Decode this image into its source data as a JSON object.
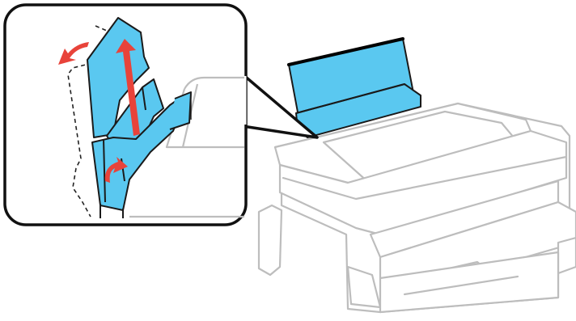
{
  "figure": {
    "subject": "printer-rear-paper-feed-support-extension",
    "colors": {
      "support_blue": "#5ac8f0",
      "support_outline": "#1a1a1a",
      "printer_outline": "#bdbdbd",
      "arrow_red": "#e8433a",
      "callout_border": "#111111",
      "dashed_outline": "#222222"
    },
    "icons": {
      "arrow_up": "long-up-arrow",
      "arrow_fold": "curved-left-arrow",
      "arrow_flip": "curved-flip-arrow"
    }
  }
}
